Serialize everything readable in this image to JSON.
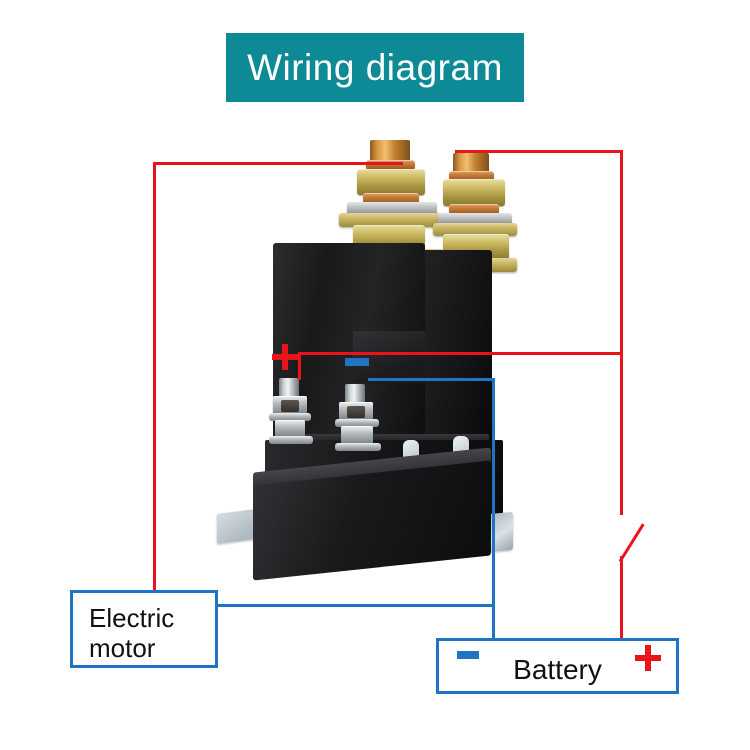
{
  "title": {
    "text": "Wiring diagram",
    "banner_color": "#0d8a96",
    "text_color": "#ffffff"
  },
  "colors": {
    "red_wire": "#e8141c",
    "blue_wire": "#1f74c4",
    "background": "#ffffff",
    "label_border": "#1f74c4",
    "label_text": "#111111"
  },
  "diagram": {
    "device": {
      "name": "dc-contactor-relay",
      "description": "black DC contactor relay with two brass power studs on top, two small silver control screw terminals on the front base, and a galvanized steel mounting bracket"
    },
    "components": [
      {
        "id": "electric-motor",
        "label": "Electric\nmotor",
        "label_line_1": "Electric",
        "label_line_2": "motor"
      },
      {
        "id": "battery",
        "label": "Battery",
        "negative_marker": "-",
        "positive_marker": "+"
      }
    ],
    "terminal_markers": [
      {
        "id": "relay-coil-positive",
        "symbol": "+",
        "color": "#e8141c"
      },
      {
        "id": "relay-coil-negative",
        "symbol": "-",
        "color": "#1f74c4"
      },
      {
        "id": "battery-negative",
        "symbol": "-",
        "color": "#1f74c4"
      },
      {
        "id": "battery-positive",
        "symbol": "+",
        "color": "#e8141c"
      }
    ],
    "switch": {
      "id": "inline-switch",
      "type": "spst-toggle",
      "state": "open",
      "color": "#e8141c"
    },
    "wires": [
      {
        "id": "motor-to-left-power-stud",
        "color": "#e8141c",
        "from": "electric-motor",
        "to": "relay-left-power-stud"
      },
      {
        "id": "right-power-stud-to-battery-positive",
        "color": "#e8141c",
        "from": "relay-right-power-stud",
        "to": "battery-positive"
      },
      {
        "id": "coil-positive-to-switch",
        "color": "#e8141c",
        "from": "relay-coil-positive",
        "to": "inline-switch"
      },
      {
        "id": "coil-negative-to-battery-negative",
        "color": "#1f74c4",
        "from": "relay-coil-negative",
        "to": "battery-negative"
      },
      {
        "id": "motor-to-battery-negative",
        "color": "#1f74c4",
        "from": "electric-motor",
        "to": "battery-negative"
      }
    ]
  }
}
